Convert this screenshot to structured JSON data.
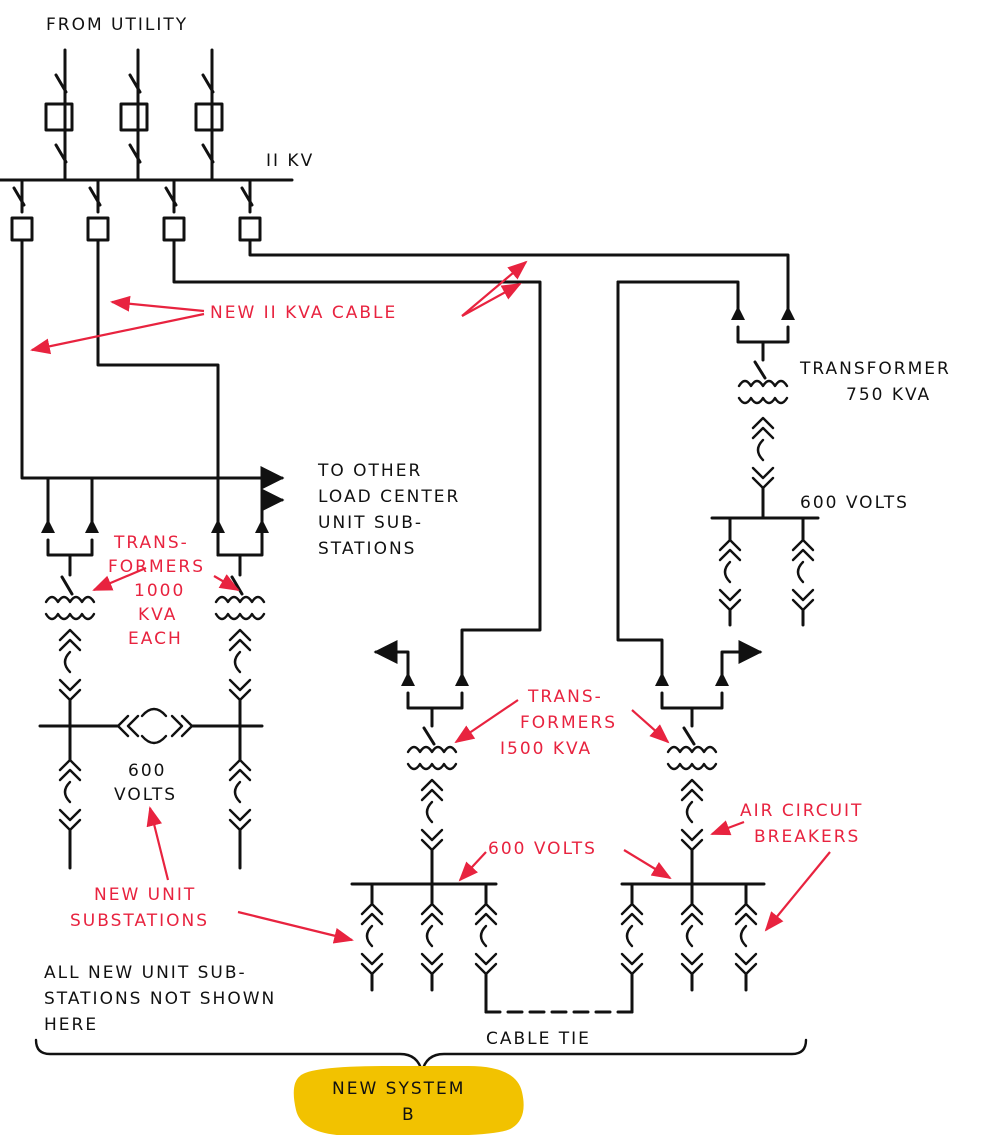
{
  "labels": {
    "from_utility": "FROM UTILITY",
    "bus_11kv": "II KV",
    "new_cable": "NEW II KVA CABLE",
    "transformer_750_l1": "TRANSFORMER",
    "transformer_750_l2": "750 KVA",
    "volts_600_right": "600 VOLTS",
    "to_other_l1": "TO OTHER",
    "to_other_l2": "LOAD CENTER",
    "to_other_l3": "UNIT SUB-",
    "to_other_l4": "STATIONS",
    "trans1000_l1": "TRANS-",
    "trans1000_l2": "FORMERS",
    "trans1000_l3": "1000",
    "trans1000_l4": "KVA",
    "trans1000_l5": "EACH",
    "volts_600_left_l1": "600",
    "volts_600_left_l2": "VOLTS",
    "trans1500_l1": "TRANS-",
    "trans1500_l2": "FORMERS",
    "trans1500_l3": "I500 KVA",
    "air_cb_l1": "AIR CIRCUIT",
    "air_cb_l2": "BREAKERS",
    "volts_600_mid": "600 VOLTS",
    "new_unit_l1": "NEW UNIT",
    "new_unit_l2": "SUBSTATIONS",
    "all_new_l1": "ALL NEW UNIT SUB-",
    "all_new_l2": "STATIONS NOT SHOWN",
    "all_new_l3": "HERE",
    "cable_tie": "CABLE TIE",
    "system_l1": "NEW SYSTEM",
    "system_l2": "B"
  },
  "colors": {
    "ink": "#111111",
    "annotation": "#e8233f",
    "highlight": "#f2c200"
  }
}
